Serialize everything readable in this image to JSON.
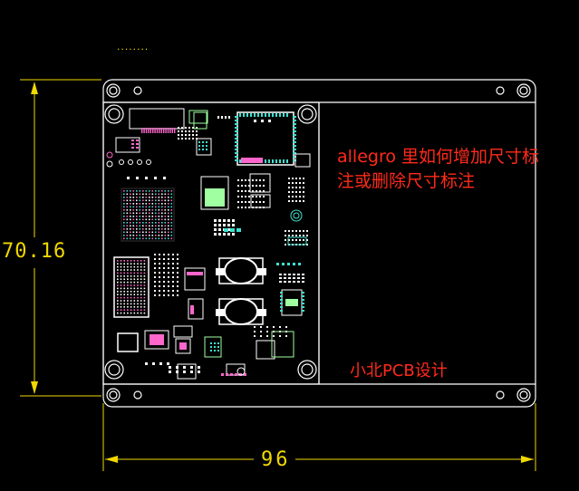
{
  "annotation": {
    "title_line1": "allegro 里如何增加尺寸标",
    "title_line2": "注或删除尺寸标注",
    "brand": "小北PCB设计"
  },
  "dimensions": {
    "height_value": "70.16",
    "width_value": "96"
  },
  "top_marker": "........",
  "colors": {
    "background": "#000000",
    "board_outline": "#ffffff",
    "dimension": "#f0d800",
    "annotation_text": "#ff2a1a",
    "copper_pad": "#ffffff",
    "silkscreen": "#a0ffa0",
    "teal_pad": "#40e0d0",
    "pink_pad": "#ff66cc"
  }
}
